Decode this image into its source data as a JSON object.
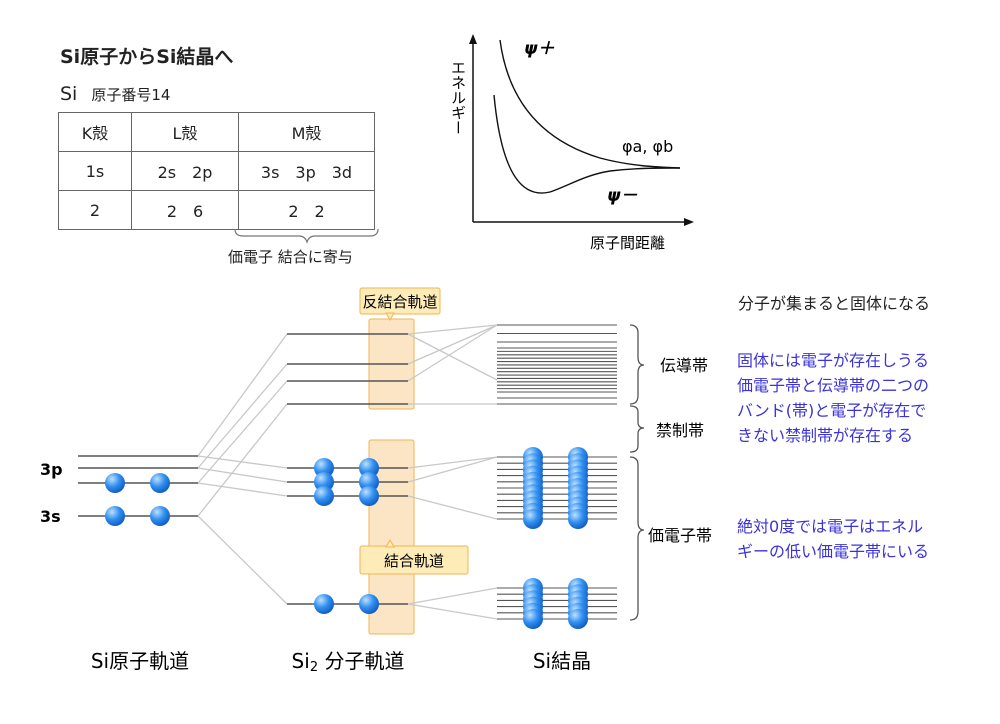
{
  "header": {
    "title": "Si原子からSi結晶へ",
    "element": "Si",
    "atomic_number_label": "原子番号14"
  },
  "shell_table": {
    "headers": [
      "K殻",
      "L殻",
      "M殻"
    ],
    "orbitals": [
      "1s",
      "2s　2p",
      "3s　3p　3d"
    ],
    "electrons": [
      "2",
      "2　6",
      "2　2"
    ],
    "valence_note": "価電子 結合に寄与"
  },
  "energy_plot": {
    "y_label": "エネルギー",
    "x_label": "原子間距離",
    "curve_labels": {
      "psi_plus": "ψ＋",
      "phi": "φa, φb",
      "psi_minus": "ψ－"
    }
  },
  "diagram": {
    "antibonding_label": "反結合軌道",
    "bonding_label": "結合軌道",
    "level_labels": {
      "3p": "3p",
      "3s": "3s"
    },
    "band_labels": {
      "conduction": "伝導帯",
      "forbidden": "禁制帯",
      "valence": "価電子帯"
    },
    "column_labels": {
      "atom": "Si原子軌道",
      "molecule_prefix": "Si",
      "molecule_sub": "2",
      "molecule_suffix": " 分子軌道",
      "crystal": "Si結晶"
    }
  },
  "notes": {
    "heading": "分子が集まると固体になる",
    "note1_lines": [
      "固体には電子が存在しうる",
      "価電子帯と伝導帯の二つの",
      "バンド(帯)と電子が存在で",
      "きない禁制帯が存在する"
    ],
    "note2_lines": [
      "絶対0度では電子はエネル",
      "ギーの低い価電子帯にいる"
    ]
  },
  "colors": {
    "electron_blue": "#2f8ff0",
    "orbital_box_fill": "#fbe5c4",
    "orbital_box_stroke": "#f2b552",
    "label_box_fill": "#fdebb8",
    "note_text": "#3b33d9"
  }
}
